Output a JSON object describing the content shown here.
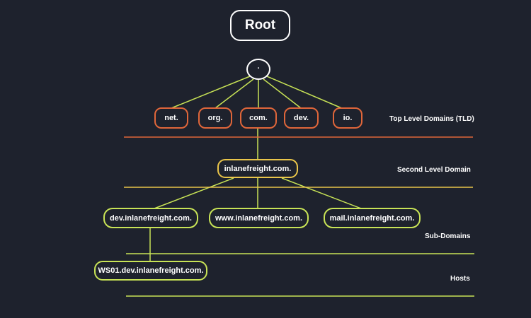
{
  "root": {
    "label": "Root"
  },
  "dot": {
    "label": "."
  },
  "tlds": [
    {
      "label": "net."
    },
    {
      "label": "org."
    },
    {
      "label": "com."
    },
    {
      "label": "dev."
    },
    {
      "label": "io."
    }
  ],
  "second_level": {
    "label": "inlanefreight.com."
  },
  "subdomains": [
    {
      "label": "dev.inlanefreight.com."
    },
    {
      "label": "www.inlanefreight.com."
    },
    {
      "label": "mail.inlanefreight.com."
    }
  ],
  "host": {
    "label": "WS01.dev.inlanefreight.com."
  },
  "levels": {
    "tld": "Top Level Domains (TLD)",
    "second_level": "Second Level Domain",
    "subdomains": "Sub-Domains",
    "hosts": "Hosts"
  },
  "colors": {
    "background": "#1e222d",
    "tld_border": "#e0663a",
    "tld_line": "#e0663a",
    "second_level_border": "#e9c54a",
    "second_level_line": "#e9c54a",
    "subdomain_border": "#c8e356",
    "connector": "#c8e356"
  }
}
